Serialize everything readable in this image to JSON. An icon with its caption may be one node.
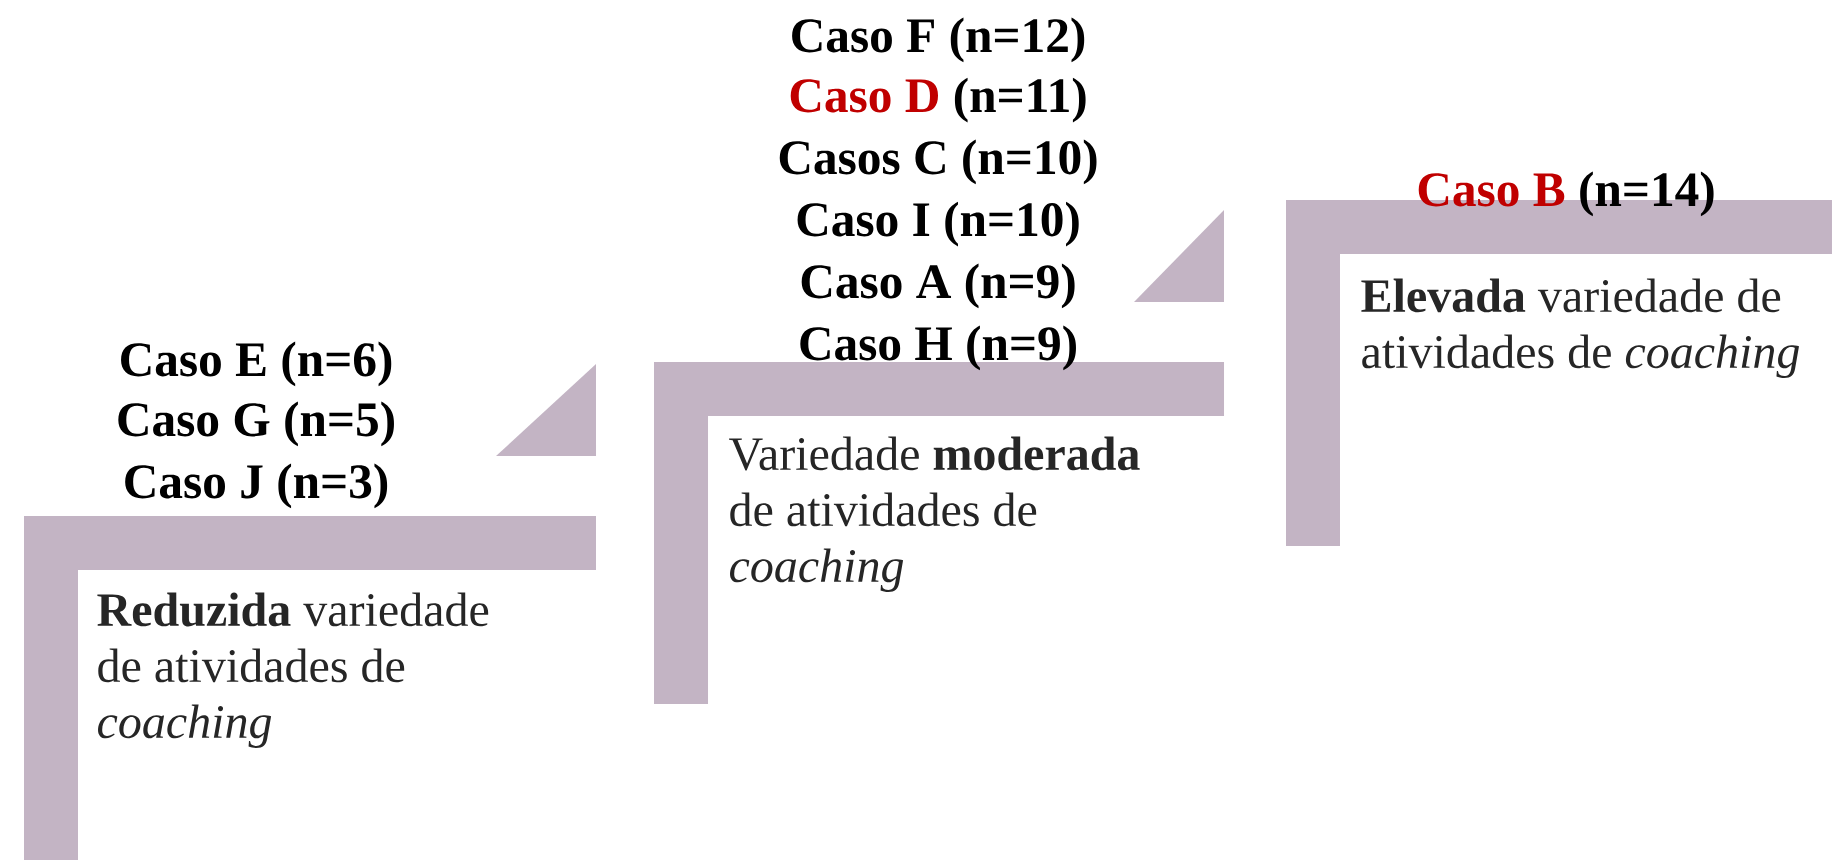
{
  "diagram": {
    "nodes": [
      {
        "text": [
          "Caso E (n=6)",
          "Caso G (n=5)",
          "Caso J (n=3)",
          "**Reduzida** variedade de atividades de *coaching*"
        ]
      },
      {
        "text": [
          "Caso F (n=12)",
          "Caso D",
          "(n=11)",
          "Casos C (n=10)",
          "Caso I (n=10)",
          "Caso A (n=9)",
          "Caso H (n=9)",
          "Variedade **moderada** de atividades de *coaching*"
        ]
      },
      {
        "text": [
          "Caso B",
          "(n=14)",
          "**Elevada** variedade de atividades de *coaching*"
        ]
      }
    ]
  }
}
